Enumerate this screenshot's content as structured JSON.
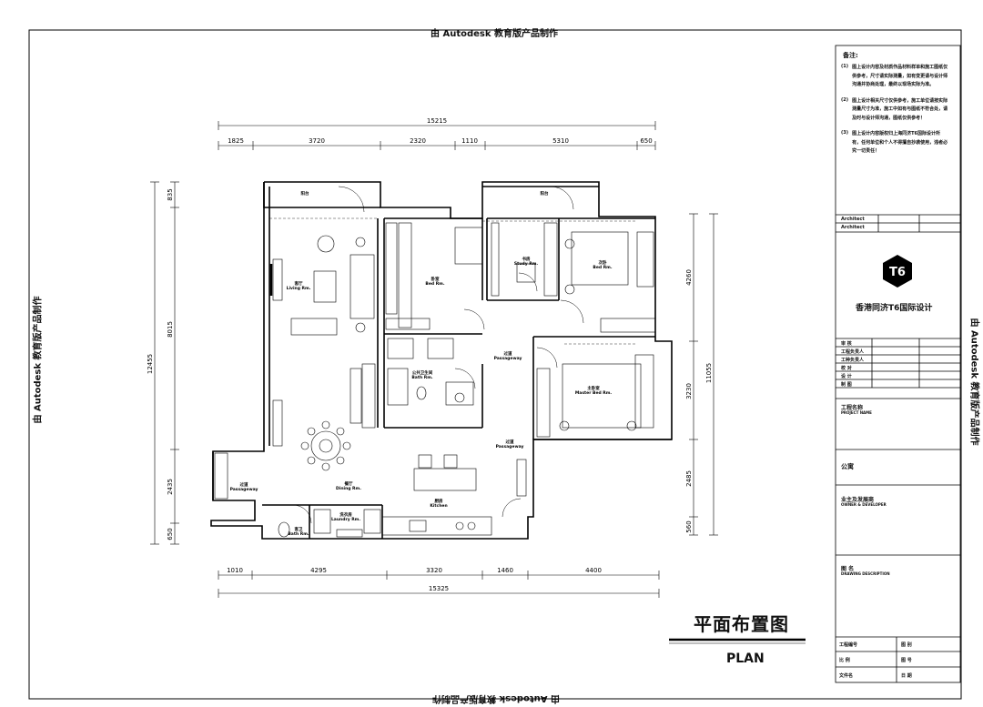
{
  "watermark": "由 Autodesk 教育版产品制作",
  "dimensions": {
    "top_total": "15215",
    "top_segments": [
      "1825",
      "3720",
      "2320",
      "1110",
      "5310",
      "650"
    ],
    "bottom_total": "15325",
    "bottom_segments": [
      "1010",
      "4295",
      "3320",
      "1460",
      "4400"
    ],
    "left_total": "12455",
    "left_segments": [
      "835",
      "8015",
      "2435",
      "650"
    ],
    "right_total": "11055",
    "right_segments": [
      "4260",
      "3230",
      "2485",
      "560"
    ]
  },
  "rooms": {
    "balcony_left": "阳台",
    "balcony_right": "阳台",
    "living": "客厅",
    "living_en": "Living Rm.",
    "bedroom": "卧室",
    "bedroom_en": "Bed Rm.",
    "study": "书房",
    "study_en": "Study Rm.",
    "second_bedroom": "次卧",
    "second_bedroom_en": "Bed Rm.",
    "corridor_1": "过道",
    "corridor_1_en": "Passageway",
    "bath": "公共卫生间",
    "bath_en": "Bath Rm.",
    "master": "主卧室",
    "master_en": "Master Bed Rm.",
    "corridor_2": "过道",
    "corridor_2_en": "Passageway",
    "dining": "餐厅",
    "dining_en": "Dining Rm.",
    "corridor_3": "过道",
    "corridor_3_en": "Passageway",
    "kitchen": "厨房",
    "kitchen_en": "Kitchen",
    "laundry": "洗衣房",
    "laundry_en": "Laundry Rm.",
    "guest_bath": "客卫",
    "guest_bath_en": "Bath Rm."
  },
  "drawing_title": {
    "cn": "平面布置图",
    "en": "PLAN"
  },
  "title_block": {
    "notes_title": "备注:",
    "notes": [
      {
        "num": "(1)",
        "text": "图上设计内容及材质作品材料样单和施工图纸仅供参考，尺寸请实际测量，如有变更请与设计师沟通并协商处理，最终以现场实际为准。"
      },
      {
        "num": "(2)",
        "text": "图上设计相关尺寸仅供参考，施工单位请按实际测量尺寸为准，施工中如有与图纸不符合处，请及时与设计师沟通，图纸仅供参考！"
      },
      {
        "num": "(3)",
        "text": "图上设计内容版权归上海同济T6国际设计所有，任何单位和个人不得擅自抄袭使用，违者必究一切责任！"
      }
    ],
    "architect_label_1": "Architect",
    "architect_label_2": "Architect",
    "company": "香港同济T6国际设计",
    "logo_text": "T6",
    "signoffs": [
      "审 核",
      "工程负责人",
      "工种负责人",
      "校 对",
      "设 计",
      "制 图"
    ],
    "project_name_label": "工程名称",
    "project_name_en": "PROJECT NAME",
    "project_name": "公寓",
    "owner_label": "业主及发展商",
    "owner_en": "OWNER & DEVELOPER",
    "drawing_label": "图 名",
    "drawing_en": "DRAWING DESCRIPTION",
    "bottom_rows": [
      {
        "left": "工程编号",
        "right": "图 别"
      },
      {
        "left": "比 例",
        "right": "图 号"
      },
      {
        "left": "文件名",
        "right": "日 期"
      }
    ]
  }
}
